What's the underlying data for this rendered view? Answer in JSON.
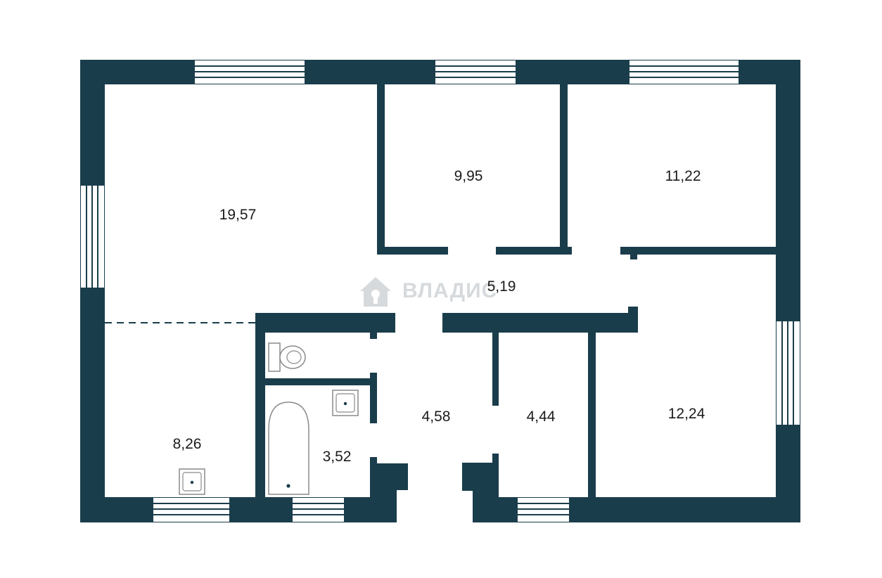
{
  "colors": {
    "wall": "#1a3d4b",
    "window": "#ffffff",
    "background": "#ffffff",
    "label": "#1b1b1b",
    "watermark": "#d6dadd",
    "fixture_stroke": "#8a8a8a"
  },
  "watermark": {
    "text": "ВЛАДИС",
    "icon": "house-logo-icon"
  },
  "rooms": {
    "living_room": {
      "area": "19,57"
    },
    "bedroom_top_middle": {
      "area": "9,95"
    },
    "bedroom_top_right": {
      "area": "11,22"
    },
    "hallway": {
      "area": "5,19"
    },
    "kitchen": {
      "area": "8,26"
    },
    "bathroom": {
      "area": "3,52"
    },
    "corridor": {
      "area": "4,58"
    },
    "storage": {
      "area": "4,44"
    },
    "bedroom_bottom_right": {
      "area": "12,24"
    }
  },
  "fixtures": {
    "toilet_icon": "toilet-icon",
    "bathtub_icon": "bathtub-icon",
    "sink_icon": "sink-icon"
  }
}
